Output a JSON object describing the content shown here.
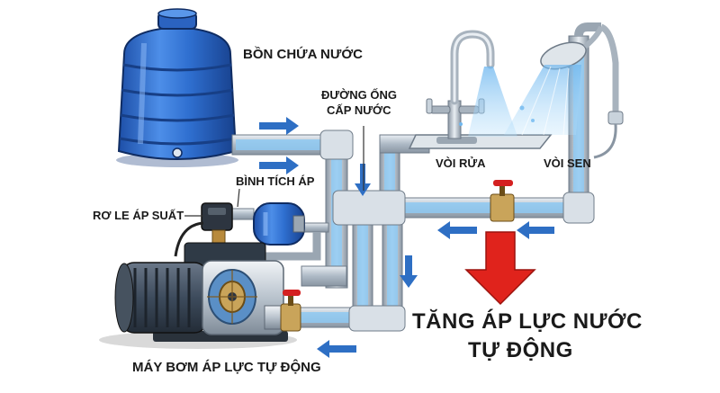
{
  "labels": {
    "tank": "BỒN CHỨA NƯỚC",
    "pipe_line1": "ĐƯỜNG ỐNG",
    "pipe_line2": "CẤP NƯỚC",
    "sink_tap": "VÒI RỬA",
    "shower": "VÒI SEN",
    "pressure_tank": "BÌNH TÍCH ÁP",
    "pressure_switch": "RƠ LE ÁP SUẤT",
    "headline_line1": "TĂNG ÁP LỰC NƯỚC",
    "headline_line2": "TỰ ĐỘNG",
    "pump": "MÁY BƠM ÁP LỰC TỰ ĐỘNG"
  },
  "colors": {
    "tank_blue": "#2f6fd0",
    "pipe_silver": "#c9d3dc",
    "pipe_water": "#8ec9f2",
    "flow_arrow": "#2e6fc4",
    "headline_arrow": "#e0231c",
    "pump_body": "#3d4b5c"
  },
  "icons": {
    "tank": "water-tank-icon",
    "pump": "pump-icon",
    "pressure_tank": "pressure-tank-icon",
    "pressure_switch": "pressure-switch-icon",
    "sink_tap": "faucet-icon",
    "shower": "shower-head-icon",
    "valve": "valve-icon",
    "arrow": "flow-arrow-icon"
  }
}
